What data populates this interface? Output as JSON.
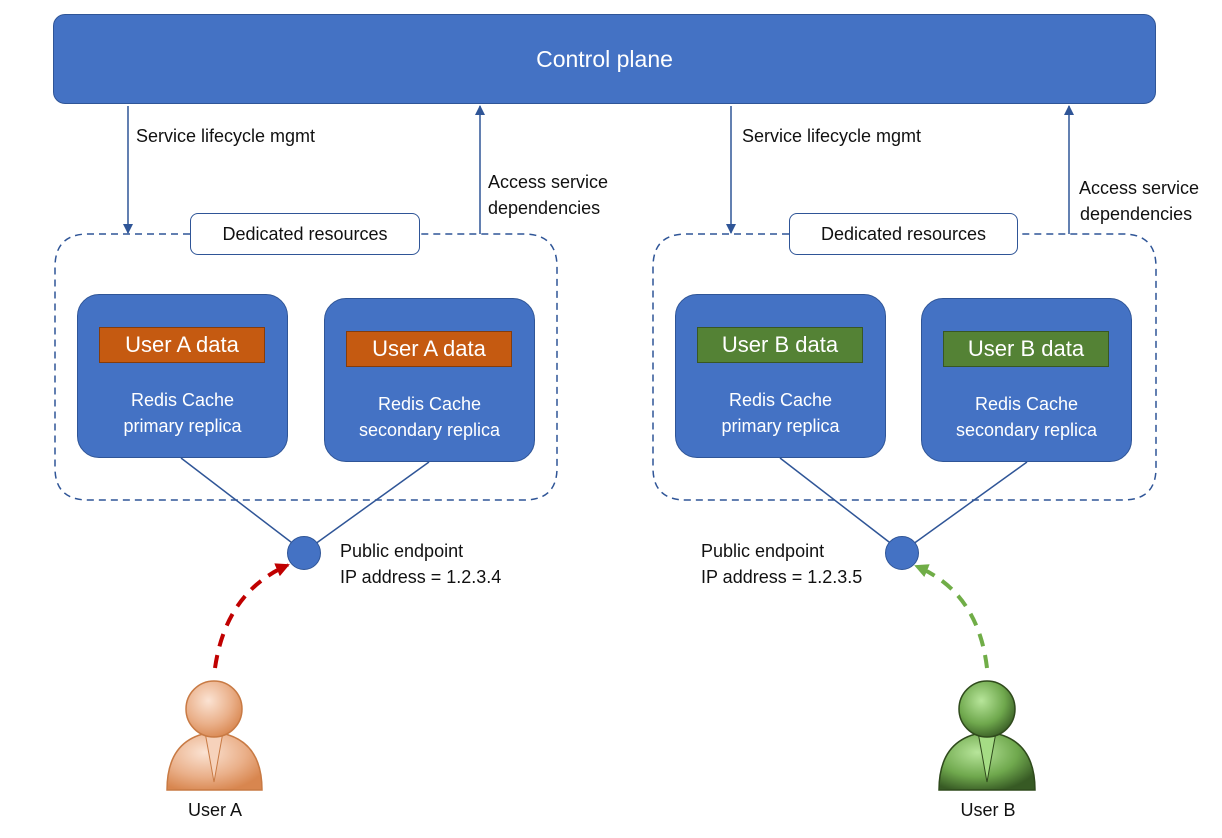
{
  "control_plane": {
    "label": "Control plane"
  },
  "tenant_a": {
    "lifecycle_label": "Service lifecycle mgmt",
    "dependencies_label_line1": "Access service",
    "dependencies_label_line2": "dependencies",
    "dedicated_label": "Dedicated resources",
    "primary": {
      "data_label": "User A data",
      "line1": "Redis Cache",
      "line2": "primary replica"
    },
    "secondary": {
      "data_label": "User A data",
      "line1": "Redis Cache",
      "line2": "secondary replica"
    },
    "endpoint": {
      "line1": "Public endpoint",
      "line2": "IP address = 1.2.3.4"
    },
    "user": {
      "label": "User A",
      "color": "#e8a77d",
      "arrow_color": "#c00000"
    }
  },
  "tenant_b": {
    "lifecycle_label": "Service lifecycle mgmt",
    "dependencies_label_line1": "Access service",
    "dependencies_label_line2": "dependencies",
    "dedicated_label": "Dedicated resources",
    "primary": {
      "data_label": "User B data",
      "line1": "Redis Cache",
      "line2": "primary replica"
    },
    "secondary": {
      "data_label": "User B data",
      "line1": "Redis Cache",
      "line2": "secondary replica"
    },
    "endpoint": {
      "line1": "Public endpoint",
      "line2": "IP address = 1.2.3.5"
    },
    "user": {
      "label": "User B",
      "color": "#5a8a3a",
      "arrow_color": "#70ad47"
    }
  },
  "colors": {
    "primary_blue": "#4472c4",
    "border_blue": "#2f5597",
    "user_a_data": "#c55a11",
    "user_b_data": "#548235"
  }
}
